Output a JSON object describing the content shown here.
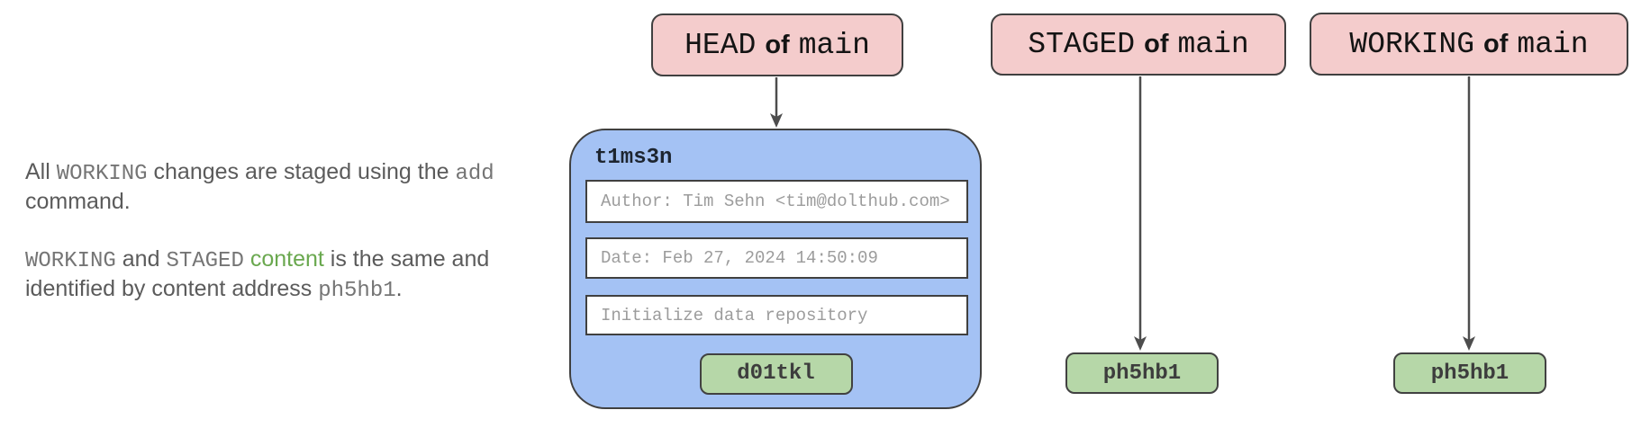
{
  "description_panel": {
    "paragraphs": [
      {
        "lines": [
          [
            {
              "t": "All ",
              "s": "text"
            },
            {
              "t": "WORKING",
              "s": "code"
            },
            {
              "t": " changes are staged using the ",
              "s": "text"
            },
            {
              "t": "add",
              "s": "code"
            }
          ],
          [
            {
              "t": "command.",
              "s": "text"
            }
          ]
        ]
      },
      {
        "lines": [
          [
            {
              "t": "WORKING",
              "s": "code"
            },
            {
              "t": " and ",
              "s": "text"
            },
            {
              "t": "STAGED",
              "s": "code"
            },
            {
              "t": " ",
              "s": "text"
            },
            {
              "t": "content",
              "s": "link"
            },
            {
              "t": " is the same and",
              "s": "text"
            }
          ],
          [
            {
              "t": "identified by content address ",
              "s": "text"
            },
            {
              "t": "ph5hb1",
              "s": "code"
            },
            {
              "t": ".",
              "s": "text"
            }
          ]
        ]
      }
    ]
  },
  "refs": [
    {
      "ref": "HEAD",
      "conn": "of",
      "branch": "main"
    },
    {
      "ref": "STAGED",
      "conn": "of",
      "branch": "main"
    },
    {
      "ref": "WORKING",
      "conn": "of",
      "branch": "main"
    }
  ],
  "commit": {
    "hash": "t1ms3n",
    "fields": [
      {
        "label": "Author: Tim Sehn <tim@dolthub.com>"
      },
      {
        "label": "Date: Feb 27, 2024 14:50:09"
      },
      {
        "label": "Initialize data repository"
      }
    ],
    "content_hash": "d01tkl"
  },
  "staged_content": {
    "hash": "ph5hb1"
  },
  "working_content": {
    "hash": "ph5hb1"
  },
  "colors": {
    "ref_box_bg": "#f4cccc",
    "commit_box_bg": "#a4c2f4",
    "hash_pill_bg": "#b6d7a8",
    "border": "#404040",
    "field_text": "#9c9c9c",
    "body_text": "#5b5b5b",
    "inline_code_text": "#757575",
    "link_green": "#6aa84f",
    "arrow": "#4d4d4d"
  }
}
